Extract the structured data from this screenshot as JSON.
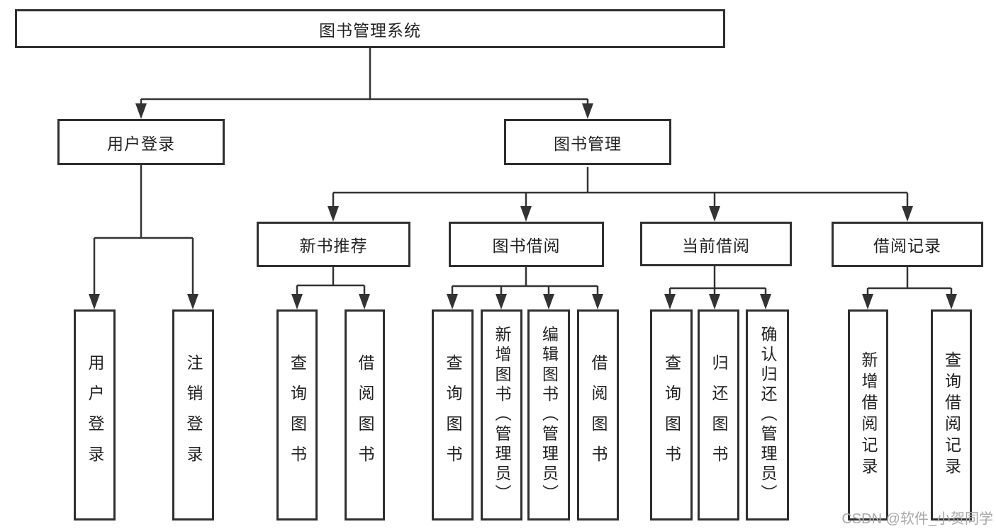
{
  "title": "图书管理系统",
  "colors": {
    "line": "#333333",
    "box_border": "#2f2f2f",
    "text": "#222222",
    "watermark": "#a8a8a8",
    "background": "#ffffff"
  },
  "watermark": "CSDN @软件_小贺同学",
  "nodes": {
    "root": "图书管理系统",
    "user_login": "用户登录",
    "book_mgmt": "图书管理",
    "new_book_rec": "新书推荐",
    "book_borrow": "图书借阅",
    "current_borrow": "当前借阅",
    "borrow_records": "借阅记录",
    "leaf_user_login": "用户登录",
    "leaf_logout": "注销登录",
    "leaf_nbr_query": "查询图书",
    "leaf_nbr_borrow": "借阅图书",
    "leaf_bb_query": "查询图书",
    "leaf_bb_add": "新增图书（管理员）",
    "leaf_bb_edit": "编辑图书（管理员）",
    "leaf_bb_borrow": "借阅图书",
    "leaf_cb_query": "查询图书",
    "leaf_cb_return": "归还图书",
    "leaf_cb_confirm": "确认归还（管理员）",
    "leaf_br_add": "新增借阅记录",
    "leaf_br_query": "查询借阅记录"
  }
}
